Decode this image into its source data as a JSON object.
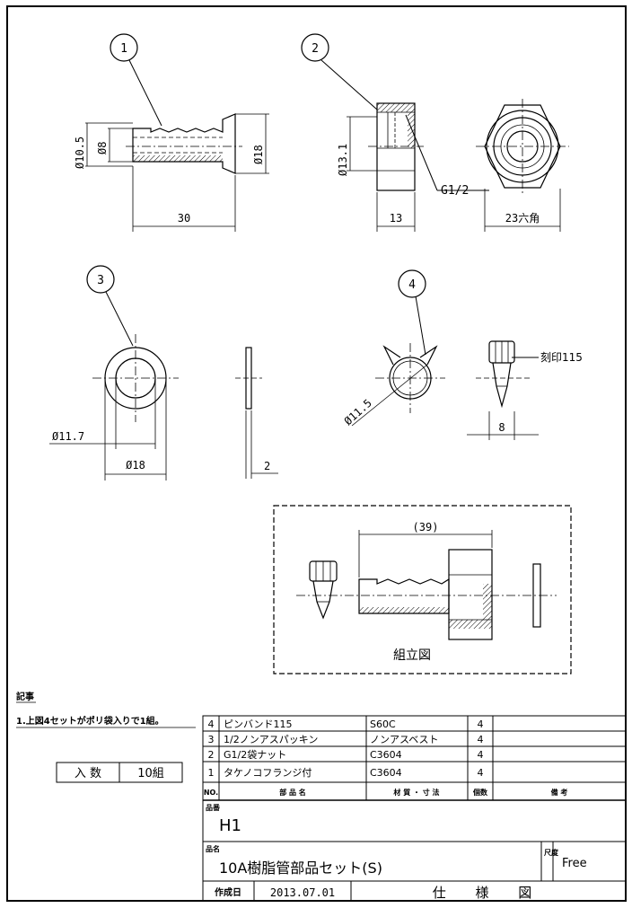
{
  "balloons": [
    "1",
    "2",
    "3",
    "4"
  ],
  "dims": {
    "p1_d105": "Ø10.5",
    "p1_d8": "Ø8",
    "p1_d18": "Ø18",
    "p1_len": "30",
    "p2_d131": "Ø13.1",
    "p2_thread": "G1/2",
    "p2_len": "13",
    "p2_hex": "23六角",
    "p3_d117": "Ø11.7",
    "p3_d18": "Ø18",
    "p3_thk": "2",
    "p4_d115": "Ø11.5",
    "p4_mark": "刻印115",
    "p4_w": "8",
    "asm_len": "(39)"
  },
  "assembly_label": "組立図",
  "notes": {
    "heading": "記事",
    "line1": "1.上図4セットがポリ袋入りで1組。"
  },
  "quantity": {
    "label": "入 数",
    "value": "10組"
  },
  "parts_table": {
    "rows": [
      {
        "no": "4",
        "name": "ピンバンド115",
        "material": "S60C",
        "qty": "4",
        "remark": ""
      },
      {
        "no": "3",
        "name": "1/2ノンアスパッキン",
        "material": "ノンアスベスト",
        "qty": "4",
        "remark": ""
      },
      {
        "no": "2",
        "name": "G1/2袋ナット",
        "material": "C3604",
        "qty": "4",
        "remark": ""
      },
      {
        "no": "1",
        "name": "タケノコフランジ付",
        "material": "C3604",
        "qty": "4",
        "remark": ""
      }
    ],
    "headers": {
      "no": "NO.",
      "name": "部 品 名",
      "material": "材 質 ・ 寸 法",
      "qty": "個数",
      "remark": "備 考"
    }
  },
  "title_block": {
    "part_no_label": "品番",
    "part_no": "H1",
    "part_name_label": "品名",
    "part_name": "10A樹脂管部品セット(S)",
    "scale_label": "尺度",
    "scale": "Free",
    "date_label": "作成日",
    "date": "2013.07.01",
    "doc_type": "仕 様 図"
  }
}
